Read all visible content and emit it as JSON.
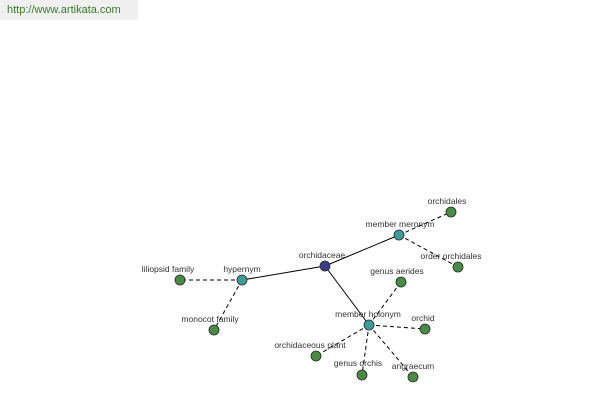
{
  "header": {
    "url_text": "http://www.artikata.com"
  },
  "colors": {
    "root_node": "#3b3b8c",
    "relation_node": "#3f9a9a",
    "leaf_node": "#4a8a45",
    "node_stroke": "#2a2a2a",
    "edge": "#000000"
  },
  "graph": {
    "nodes": [
      {
        "id": "orchidaceae",
        "label": "orchidaceae",
        "kind": "root"
      },
      {
        "id": "hypernym",
        "label": "hypernym",
        "kind": "relation"
      },
      {
        "id": "member-meronym",
        "label": "member meronym",
        "kind": "relation"
      },
      {
        "id": "member-holonym",
        "label": "member holonym",
        "kind": "relation"
      },
      {
        "id": "liliopsid-family",
        "label": "liliopsid family",
        "kind": "leaf"
      },
      {
        "id": "monocot-family",
        "label": "monocot family",
        "kind": "leaf"
      },
      {
        "id": "orchidales",
        "label": "orchidales",
        "kind": "leaf"
      },
      {
        "id": "order-orchidales",
        "label": "order orchidales",
        "kind": "leaf"
      },
      {
        "id": "genus-aerides",
        "label": "genus aerides",
        "kind": "leaf"
      },
      {
        "id": "orchid",
        "label": "orchid",
        "kind": "leaf"
      },
      {
        "id": "orchidaceous-plant",
        "label": "orchidaceous plant",
        "kind": "leaf"
      },
      {
        "id": "genus-orchis",
        "label": "genus orchis",
        "kind": "leaf"
      },
      {
        "id": "angraecum",
        "label": "angraecum",
        "kind": "leaf"
      }
    ],
    "edges": [
      {
        "from": "orchidaceae",
        "to": "hypernym",
        "style": "solid"
      },
      {
        "from": "orchidaceae",
        "to": "member-meronym",
        "style": "solid"
      },
      {
        "from": "orchidaceae",
        "to": "member-holonym",
        "style": "solid"
      },
      {
        "from": "hypernym",
        "to": "liliopsid-family",
        "style": "dashed"
      },
      {
        "from": "hypernym",
        "to": "monocot-family",
        "style": "dashed"
      },
      {
        "from": "member-meronym",
        "to": "orchidales",
        "style": "dashed"
      },
      {
        "from": "member-meronym",
        "to": "order-orchidales",
        "style": "dashed"
      },
      {
        "from": "member-holonym",
        "to": "genus-aerides",
        "style": "dashed"
      },
      {
        "from": "member-holonym",
        "to": "orchid",
        "style": "dashed"
      },
      {
        "from": "member-holonym",
        "to": "orchidaceous-plant",
        "style": "dashed"
      },
      {
        "from": "member-holonym",
        "to": "genus-orchis",
        "style": "dashed"
      },
      {
        "from": "member-holonym",
        "to": "angraecum",
        "style": "dashed"
      }
    ]
  }
}
